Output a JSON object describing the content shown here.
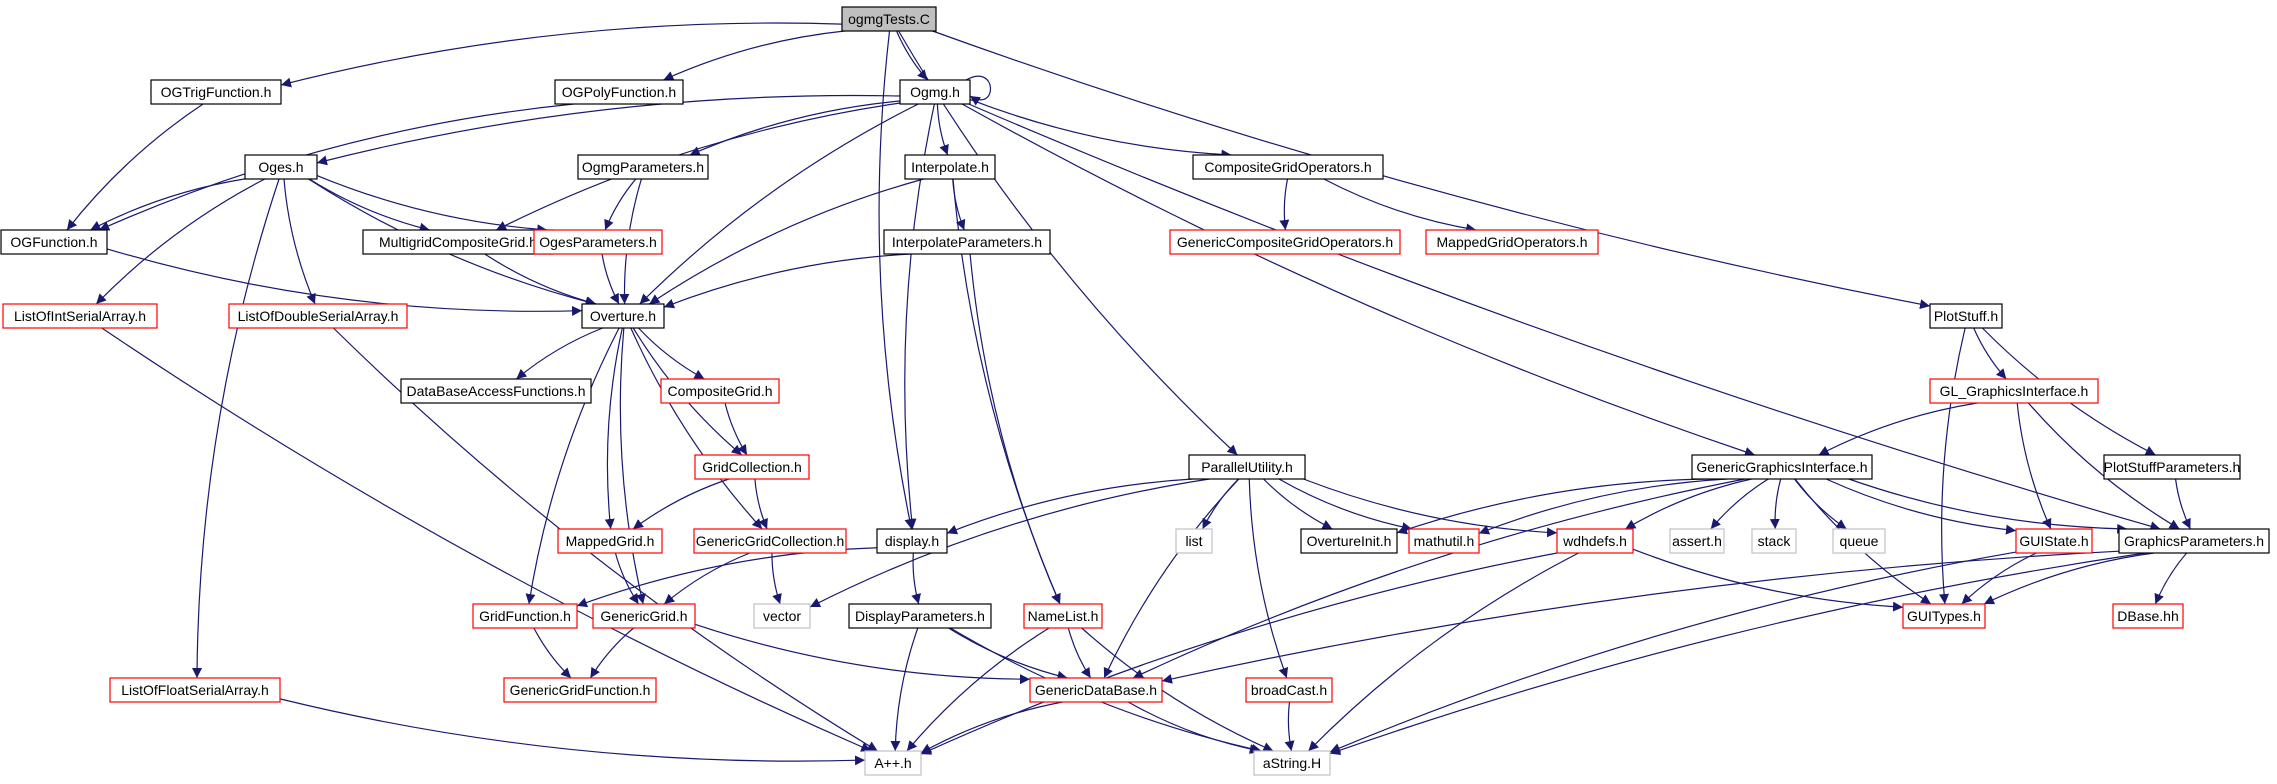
{
  "colors": {
    "edge": "#191970",
    "border_default": "#000000",
    "border_red": "#ff0000",
    "border_gray": "#c0c0c0",
    "root_fill": "#bfbfbf",
    "fill": "#ffffff"
  },
  "nodes": [
    {
      "id": "ogmgTests",
      "label": "ogmgTests.C",
      "style": "root"
    },
    {
      "id": "OGTrigFunction",
      "label": "OGTrigFunction.h",
      "style": "black"
    },
    {
      "id": "OGPolyFunction",
      "label": "OGPolyFunction.h",
      "style": "black"
    },
    {
      "id": "Ogmg",
      "label": "Ogmg.h",
      "style": "black"
    },
    {
      "id": "Oges",
      "label": "Oges.h",
      "style": "black"
    },
    {
      "id": "OgmgParameters",
      "label": "OgmgParameters.h",
      "style": "black"
    },
    {
      "id": "Interpolate",
      "label": "Interpolate.h",
      "style": "black"
    },
    {
      "id": "CompositeGridOperators",
      "label": "CompositeGridOperators.h",
      "style": "black"
    },
    {
      "id": "OGFunction",
      "label": "OGFunction.h",
      "style": "black"
    },
    {
      "id": "MultigridCompositeGrid",
      "label": "MultigridCompositeGrid.h",
      "style": "black"
    },
    {
      "id": "OgesParameters",
      "label": "OgesParameters.h",
      "style": "red"
    },
    {
      "id": "InterpolateParameters",
      "label": "InterpolateParameters.h",
      "style": "black"
    },
    {
      "id": "GenericCompositeGridOperators",
      "label": "GenericCompositeGridOperators.h",
      "style": "red"
    },
    {
      "id": "MappedGridOperators",
      "label": "MappedGridOperators.h",
      "style": "red"
    },
    {
      "id": "ListOfIntSerialArray",
      "label": "ListOfIntSerialArray.h",
      "style": "red"
    },
    {
      "id": "ListOfDoubleSerialArray",
      "label": "ListOfDoubleSerialArray.h",
      "style": "red"
    },
    {
      "id": "Overture",
      "label": "Overture.h",
      "style": "black"
    },
    {
      "id": "PlotStuff",
      "label": "PlotStuff.h",
      "style": "black"
    },
    {
      "id": "DataBaseAccessFunctions",
      "label": "DataBaseAccessFunctions.h",
      "style": "black"
    },
    {
      "id": "CompositeGrid",
      "label": "CompositeGrid.h",
      "style": "red"
    },
    {
      "id": "GL_GraphicsInterface",
      "label": "GL_GraphicsInterface.h",
      "style": "red"
    },
    {
      "id": "GridCollection",
      "label": "GridCollection.h",
      "style": "red"
    },
    {
      "id": "ParallelUtility",
      "label": "ParallelUtility.h",
      "style": "black"
    },
    {
      "id": "GenericGraphicsInterface",
      "label": "GenericGraphicsInterface.h",
      "style": "black"
    },
    {
      "id": "PlotStuffParameters",
      "label": "PlotStuffParameters.h",
      "style": "black"
    },
    {
      "id": "MappedGrid",
      "label": "MappedGrid.h",
      "style": "red"
    },
    {
      "id": "GenericGridCollection",
      "label": "GenericGridCollection.h",
      "style": "red"
    },
    {
      "id": "display",
      "label": "display.h",
      "style": "black"
    },
    {
      "id": "list",
      "label": "list",
      "style": "gray"
    },
    {
      "id": "OvertureInit",
      "label": "OvertureInit.h",
      "style": "black"
    },
    {
      "id": "mathutil",
      "label": "mathutil.h",
      "style": "red"
    },
    {
      "id": "wdhdefs",
      "label": "wdhdefs.h",
      "style": "red"
    },
    {
      "id": "assert",
      "label": "assert.h",
      "style": "gray"
    },
    {
      "id": "stack",
      "label": "stack",
      "style": "gray"
    },
    {
      "id": "queue",
      "label": "queue",
      "style": "gray"
    },
    {
      "id": "GUIState",
      "label": "GUIState.h",
      "style": "red"
    },
    {
      "id": "GraphicsParameters",
      "label": "GraphicsParameters.h",
      "style": "black"
    },
    {
      "id": "vector",
      "label": "vector",
      "style": "gray"
    },
    {
      "id": "GridFunction",
      "label": "GridFunction.h",
      "style": "red"
    },
    {
      "id": "GenericGrid",
      "label": "GenericGrid.h",
      "style": "red"
    },
    {
      "id": "DisplayParameters",
      "label": "DisplayParameters.h",
      "style": "black"
    },
    {
      "id": "NameList",
      "label": "NameList.h",
      "style": "red"
    },
    {
      "id": "GUITypes",
      "label": "GUITypes.h",
      "style": "red"
    },
    {
      "id": "DBase",
      "label": "DBase.hh",
      "style": "red"
    },
    {
      "id": "ListOfFloatSerialArray",
      "label": "ListOfFloatSerialArray.h",
      "style": "red"
    },
    {
      "id": "GenericDataBase",
      "label": "GenericDataBase.h",
      "style": "red"
    },
    {
      "id": "broadCast",
      "label": "broadCast.h",
      "style": "red"
    },
    {
      "id": "GenericGridFunction",
      "label": "GenericGridFunction.h",
      "style": "red"
    },
    {
      "id": "Aplusplus",
      "label": "A++.h",
      "style": "gray"
    },
    {
      "id": "aString",
      "label": "aString.H",
      "style": "gray"
    }
  ],
  "edges": [
    [
      "ogmgTests",
      "OGTrigFunction"
    ],
    [
      "ogmgTests",
      "OGPolyFunction"
    ],
    [
      "ogmgTests",
      "Ogmg"
    ],
    [
      "ogmgTests",
      "display"
    ],
    [
      "ogmgTests",
      "ParallelUtility"
    ],
    [
      "ogmgTests",
      "PlotStuff"
    ],
    [
      "OGTrigFunction",
      "OGFunction"
    ],
    [
      "OGPolyFunction",
      "OGFunction"
    ],
    [
      "Ogmg",
      "Ogmg"
    ],
    [
      "Ogmg",
      "Oges"
    ],
    [
      "Ogmg",
      "OgmgParameters"
    ],
    [
      "Ogmg",
      "Interpolate"
    ],
    [
      "Ogmg",
      "CompositeGridOperators"
    ],
    [
      "Ogmg",
      "MultigridCompositeGrid"
    ],
    [
      "Ogmg",
      "Overture"
    ],
    [
      "Ogmg",
      "display"
    ],
    [
      "Ogmg",
      "GenericGraphicsInterface"
    ],
    [
      "Ogmg",
      "GraphicsParameters"
    ],
    [
      "Oges",
      "OGFunction"
    ],
    [
      "Oges",
      "MultigridCompositeGrid"
    ],
    [
      "Oges",
      "OgesParameters"
    ],
    [
      "Oges",
      "ListOfIntSerialArray"
    ],
    [
      "Oges",
      "ListOfDoubleSerialArray"
    ],
    [
      "Oges",
      "ListOfFloatSerialArray"
    ],
    [
      "Oges",
      "Overture"
    ],
    [
      "OgmgParameters",
      "OgesParameters"
    ],
    [
      "OgmgParameters",
      "Overture"
    ],
    [
      "Interpolate",
      "InterpolateParameters"
    ],
    [
      "Interpolate",
      "Overture"
    ],
    [
      "Interpolate",
      "NameList"
    ],
    [
      "CompositeGridOperators",
      "GenericCompositeGridOperators"
    ],
    [
      "CompositeGridOperators",
      "MappedGridOperators"
    ],
    [
      "OGFunction",
      "Overture"
    ],
    [
      "MultigridCompositeGrid",
      "Overture"
    ],
    [
      "OgesParameters",
      "Overture"
    ],
    [
      "InterpolateParameters",
      "Overture"
    ],
    [
      "InterpolateParameters",
      "NameList"
    ],
    [
      "ListOfIntSerialArray",
      "Aplusplus"
    ],
    [
      "ListOfDoubleSerialArray",
      "Aplusplus"
    ],
    [
      "Overture",
      "DataBaseAccessFunctions"
    ],
    [
      "Overture",
      "CompositeGrid"
    ],
    [
      "Overture",
      "GridCollection"
    ],
    [
      "Overture",
      "MappedGrid"
    ],
    [
      "Overture",
      "GenericGridCollection"
    ],
    [
      "Overture",
      "GridFunction"
    ],
    [
      "Overture",
      "GenericGrid"
    ],
    [
      "CompositeGrid",
      "GridCollection"
    ],
    [
      "GridCollection",
      "MappedGrid"
    ],
    [
      "GridCollection",
      "GenericGridCollection"
    ],
    [
      "MappedGrid",
      "GenericGrid"
    ],
    [
      "GenericGridCollection",
      "GenericGrid"
    ],
    [
      "GenericGridCollection",
      "vector"
    ],
    [
      "GridFunction",
      "GenericGridFunction"
    ],
    [
      "GenericGrid",
      "GenericGridFunction"
    ],
    [
      "GenericGrid",
      "GenericDataBase"
    ],
    [
      "display",
      "GridFunction"
    ],
    [
      "display",
      "DisplayParameters"
    ],
    [
      "DisplayParameters",
      "GenericDataBase"
    ],
    [
      "DisplayParameters",
      "Aplusplus"
    ],
    [
      "DisplayParameters",
      "aString"
    ],
    [
      "NameList",
      "GenericDataBase"
    ],
    [
      "NameList",
      "Aplusplus"
    ],
    [
      "NameList",
      "aString"
    ],
    [
      "GenericDataBase",
      "Aplusplus"
    ],
    [
      "GenericDataBase",
      "aString"
    ],
    [
      "broadCast",
      "aString"
    ],
    [
      "ListOfFloatSerialArray",
      "Aplusplus"
    ],
    [
      "ParallelUtility",
      "display"
    ],
    [
      "ParallelUtility",
      "vector"
    ],
    [
      "ParallelUtility",
      "list"
    ],
    [
      "ParallelUtility",
      "OvertureInit"
    ],
    [
      "ParallelUtility",
      "mathutil"
    ],
    [
      "ParallelUtility",
      "wdhdefs"
    ],
    [
      "ParallelUtility",
      "GenericDataBase"
    ],
    [
      "ParallelUtility",
      "broadCast"
    ],
    [
      "PlotStuff",
      "GL_GraphicsInterface"
    ],
    [
      "PlotStuff",
      "PlotStuffParameters"
    ],
    [
      "PlotStuff",
      "GUITypes"
    ],
    [
      "GL_GraphicsInterface",
      "GenericGraphicsInterface"
    ],
    [
      "GL_GraphicsInterface",
      "GUIState"
    ],
    [
      "GL_GraphicsInterface",
      "GraphicsParameters"
    ],
    [
      "PlotStuffParameters",
      "GraphicsParameters"
    ],
    [
      "GenericGraphicsInterface",
      "OvertureInit"
    ],
    [
      "GenericGraphicsInterface",
      "mathutil"
    ],
    [
      "GenericGraphicsInterface",
      "wdhdefs"
    ],
    [
      "GenericGraphicsInterface",
      "assert"
    ],
    [
      "GenericGraphicsInterface",
      "stack"
    ],
    [
      "GenericGraphicsInterface",
      "queue"
    ],
    [
      "GenericGraphicsInterface",
      "GUIState"
    ],
    [
      "GenericGraphicsInterface",
      "GraphicsParameters"
    ],
    [
      "GenericGraphicsInterface",
      "GUITypes"
    ],
    [
      "GenericGraphicsInterface",
      "GenericDataBase"
    ],
    [
      "wdhdefs",
      "GUITypes"
    ],
    [
      "wdhdefs",
      "Aplusplus"
    ],
    [
      "wdhdefs",
      "aString"
    ],
    [
      "GUIState",
      "GUITypes"
    ],
    [
      "GUIState",
      "aString"
    ],
    [
      "GraphicsParameters",
      "GUITypes"
    ],
    [
      "GraphicsParameters",
      "DBase"
    ],
    [
      "GraphicsParameters",
      "GenericDataBase"
    ],
    [
      "GraphicsParameters",
      "aString"
    ]
  ]
}
